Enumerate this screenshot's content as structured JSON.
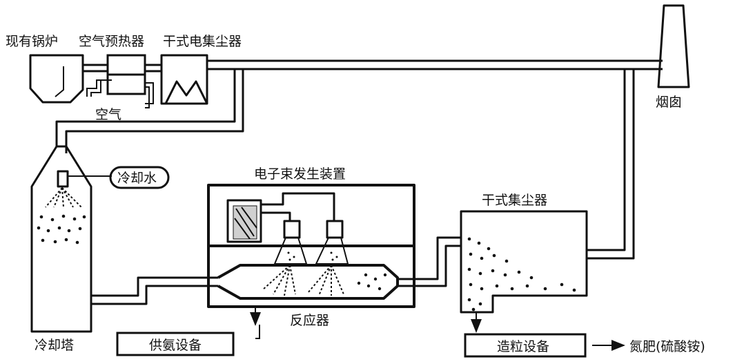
{
  "labels": {
    "boiler": "现有锅炉",
    "air_preheater": "空气预热器",
    "dry_esp": "干式电集尘器",
    "air": "空气",
    "chimney": "烟囱",
    "cooling_water": "冷却水",
    "cooling_tower": "冷却塔",
    "electron_beam": "电子束发生装置",
    "reactor": "反应器",
    "ammonia_supply": "供氨设备",
    "dry_collector": "干式集尘器",
    "granulation": "造粒设备",
    "product": "氮肥(硫酸铵)"
  },
  "colors": {
    "line": "#111111",
    "background": "#ffffff"
  }
}
